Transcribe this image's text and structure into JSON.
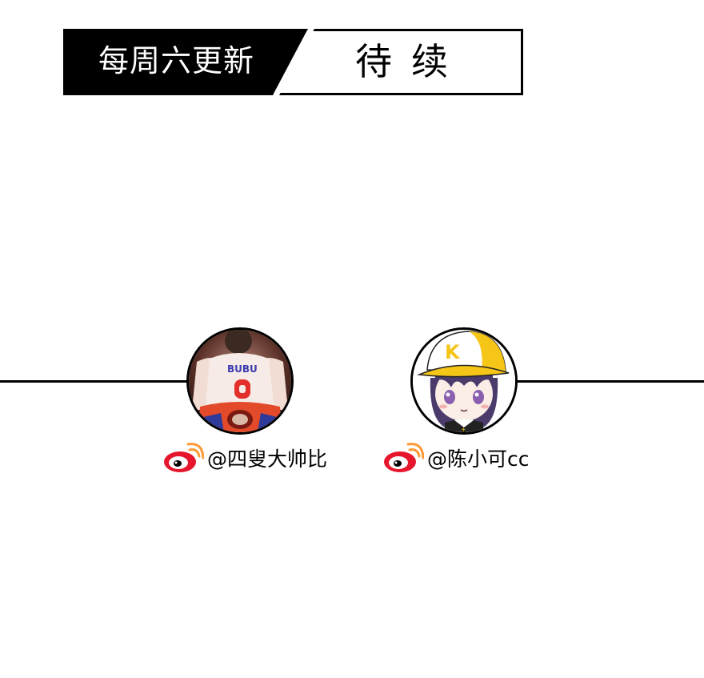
{
  "banner": {
    "left_text": "每周六更新",
    "right_text": "待续"
  },
  "authors": [
    {
      "handle": "@四叟大帅比",
      "icon": "weibo-icon"
    },
    {
      "handle": "@陈小可cc",
      "icon": "weibo-icon"
    }
  ],
  "colors": {
    "banner_black": "#000000",
    "weibo_red": "#e6162d",
    "weibo_orange": "#ff9933",
    "cap_yellow": "#f5c518",
    "hair_purple": "#4a3b6b"
  }
}
